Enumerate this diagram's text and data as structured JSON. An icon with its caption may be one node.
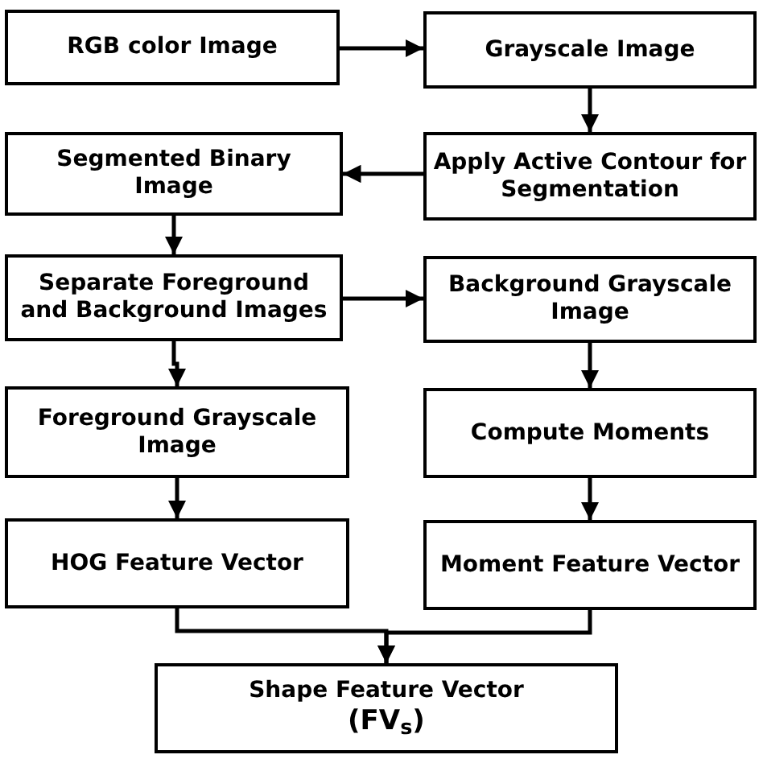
{
  "diagram": {
    "nodes": [
      {
        "text": [
          "RGB color Image"
        ]
      },
      {
        "text": [
          "Grayscale Image"
        ]
      },
      {
        "text": [
          "Segmented Binary Image"
        ]
      },
      {
        "text": [
          "Apply Active Contour for Segmentation"
        ]
      },
      {
        "text": [
          "Separate Foreground and Background Images"
        ]
      },
      {
        "text": [
          "Background Grayscale Image"
        ]
      },
      {
        "text": [
          "Foreground Grayscale Image"
        ]
      },
      {
        "text": [
          "Compute Moments"
        ]
      },
      {
        "text": [
          "HOG Feature Vector"
        ]
      },
      {
        "text": [
          "Moment Feature Vector"
        ]
      },
      {
        "text": [
          "Shape Feature Vector",
          "(FV$_{s}$)"
        ]
      }
    ],
    "edges": [
      {
        "from": 0,
        "to": 1,
        "arrow": "to"
      },
      {
        "from": 1,
        "to": 3,
        "arrow": "to"
      },
      {
        "from": 3,
        "to": 2,
        "arrow": "to"
      },
      {
        "from": 2,
        "to": 4,
        "arrow": "to"
      },
      {
        "from": 4,
        "to": 5,
        "arrow": "to"
      },
      {
        "from": 4,
        "to": 6,
        "arrow": "to"
      },
      {
        "from": 5,
        "to": 7,
        "arrow": "to"
      },
      {
        "from": 6,
        "to": 8,
        "arrow": "to"
      },
      {
        "from": 7,
        "to": 9,
        "arrow": "to"
      },
      {
        "from": 8,
        "to": 10,
        "arrow": "to"
      },
      {
        "from": 9,
        "to": 10,
        "arrow": "to"
      }
    ]
  }
}
